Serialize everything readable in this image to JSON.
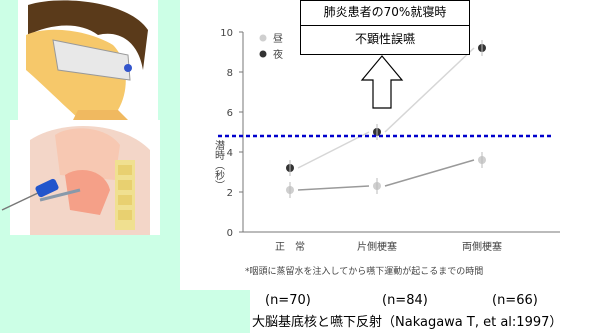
{
  "callout": {
    "line1": "肺炎患者の70%就寝時",
    "line2": "不顕性誤嚥"
  },
  "footer": {
    "n_labels": [
      "(n=70)",
      "(n=84)",
      "(n=66)"
    ],
    "citation": "大脳基底核と嚥下反射（Nakagawa T, et al:1997）"
  },
  "colors": {
    "background": "#ccffe6",
    "threshold_line": "#0000cc",
    "series_day": "#9a9a9a",
    "series_night": "#d6d6d6",
    "marker_day": "#333333",
    "marker_night": "#cfcfcf",
    "arrow": "#000000"
  },
  "chart_data": {
    "type": "line",
    "ylabel": "潜時（秒）",
    "ylim": [
      0,
      10
    ],
    "yticks": [
      0,
      2,
      4,
      6,
      8,
      10
    ],
    "categories": [
      "正　常",
      "片側梗塞",
      "両側梗塞"
    ],
    "series": [
      {
        "name": "昼",
        "values": [
          2.1,
          2.3,
          3.6
        ]
      },
      {
        "name": "夜",
        "values": [
          3.2,
          5.0,
          9.2
        ]
      }
    ],
    "legend_position": "top-left",
    "threshold_value": 4.8,
    "footnote": "*咽頭に蒸留水を注入してから嚥下運動が起こるまでの時間"
  }
}
